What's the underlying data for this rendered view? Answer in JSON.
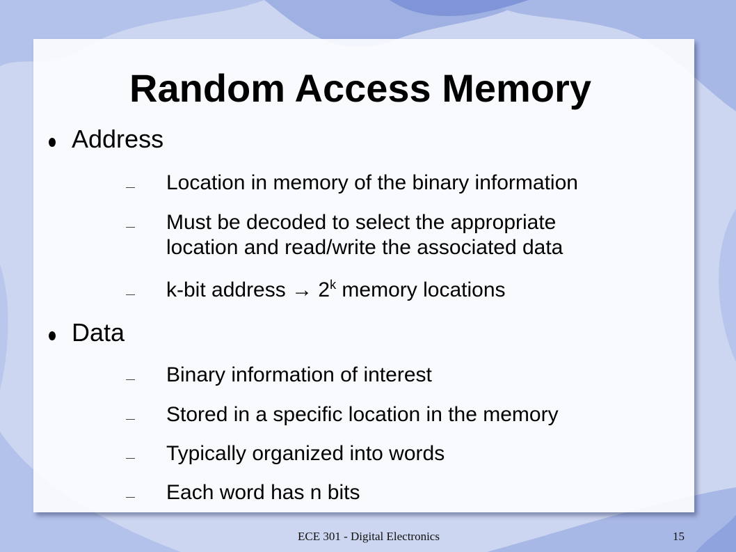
{
  "slide": {
    "title": "Random Access Memory",
    "sections": [
      {
        "heading": "Address",
        "items": [
          {
            "text": "Location in memory of the binary information"
          },
          {
            "line1": "Must be decoded to select the appropriate",
            "line2": "location and read/write the associated data"
          },
          {
            "pre": "k-bit address → 2",
            "sup": "k",
            "post": " memory locations"
          }
        ]
      },
      {
        "heading": "Data",
        "items": [
          {
            "text": "Binary information of interest"
          },
          {
            "text": "Stored in a specific location in the memory"
          },
          {
            "text": "Typically organized into words"
          },
          {
            "text": "Each word has n bits"
          }
        ]
      }
    ],
    "footer": {
      "course": "ECE 301 - Digital Electronics",
      "page_number": "15"
    }
  },
  "colors": {
    "background": "#c9d3ee",
    "wave": "#8fa4df"
  }
}
